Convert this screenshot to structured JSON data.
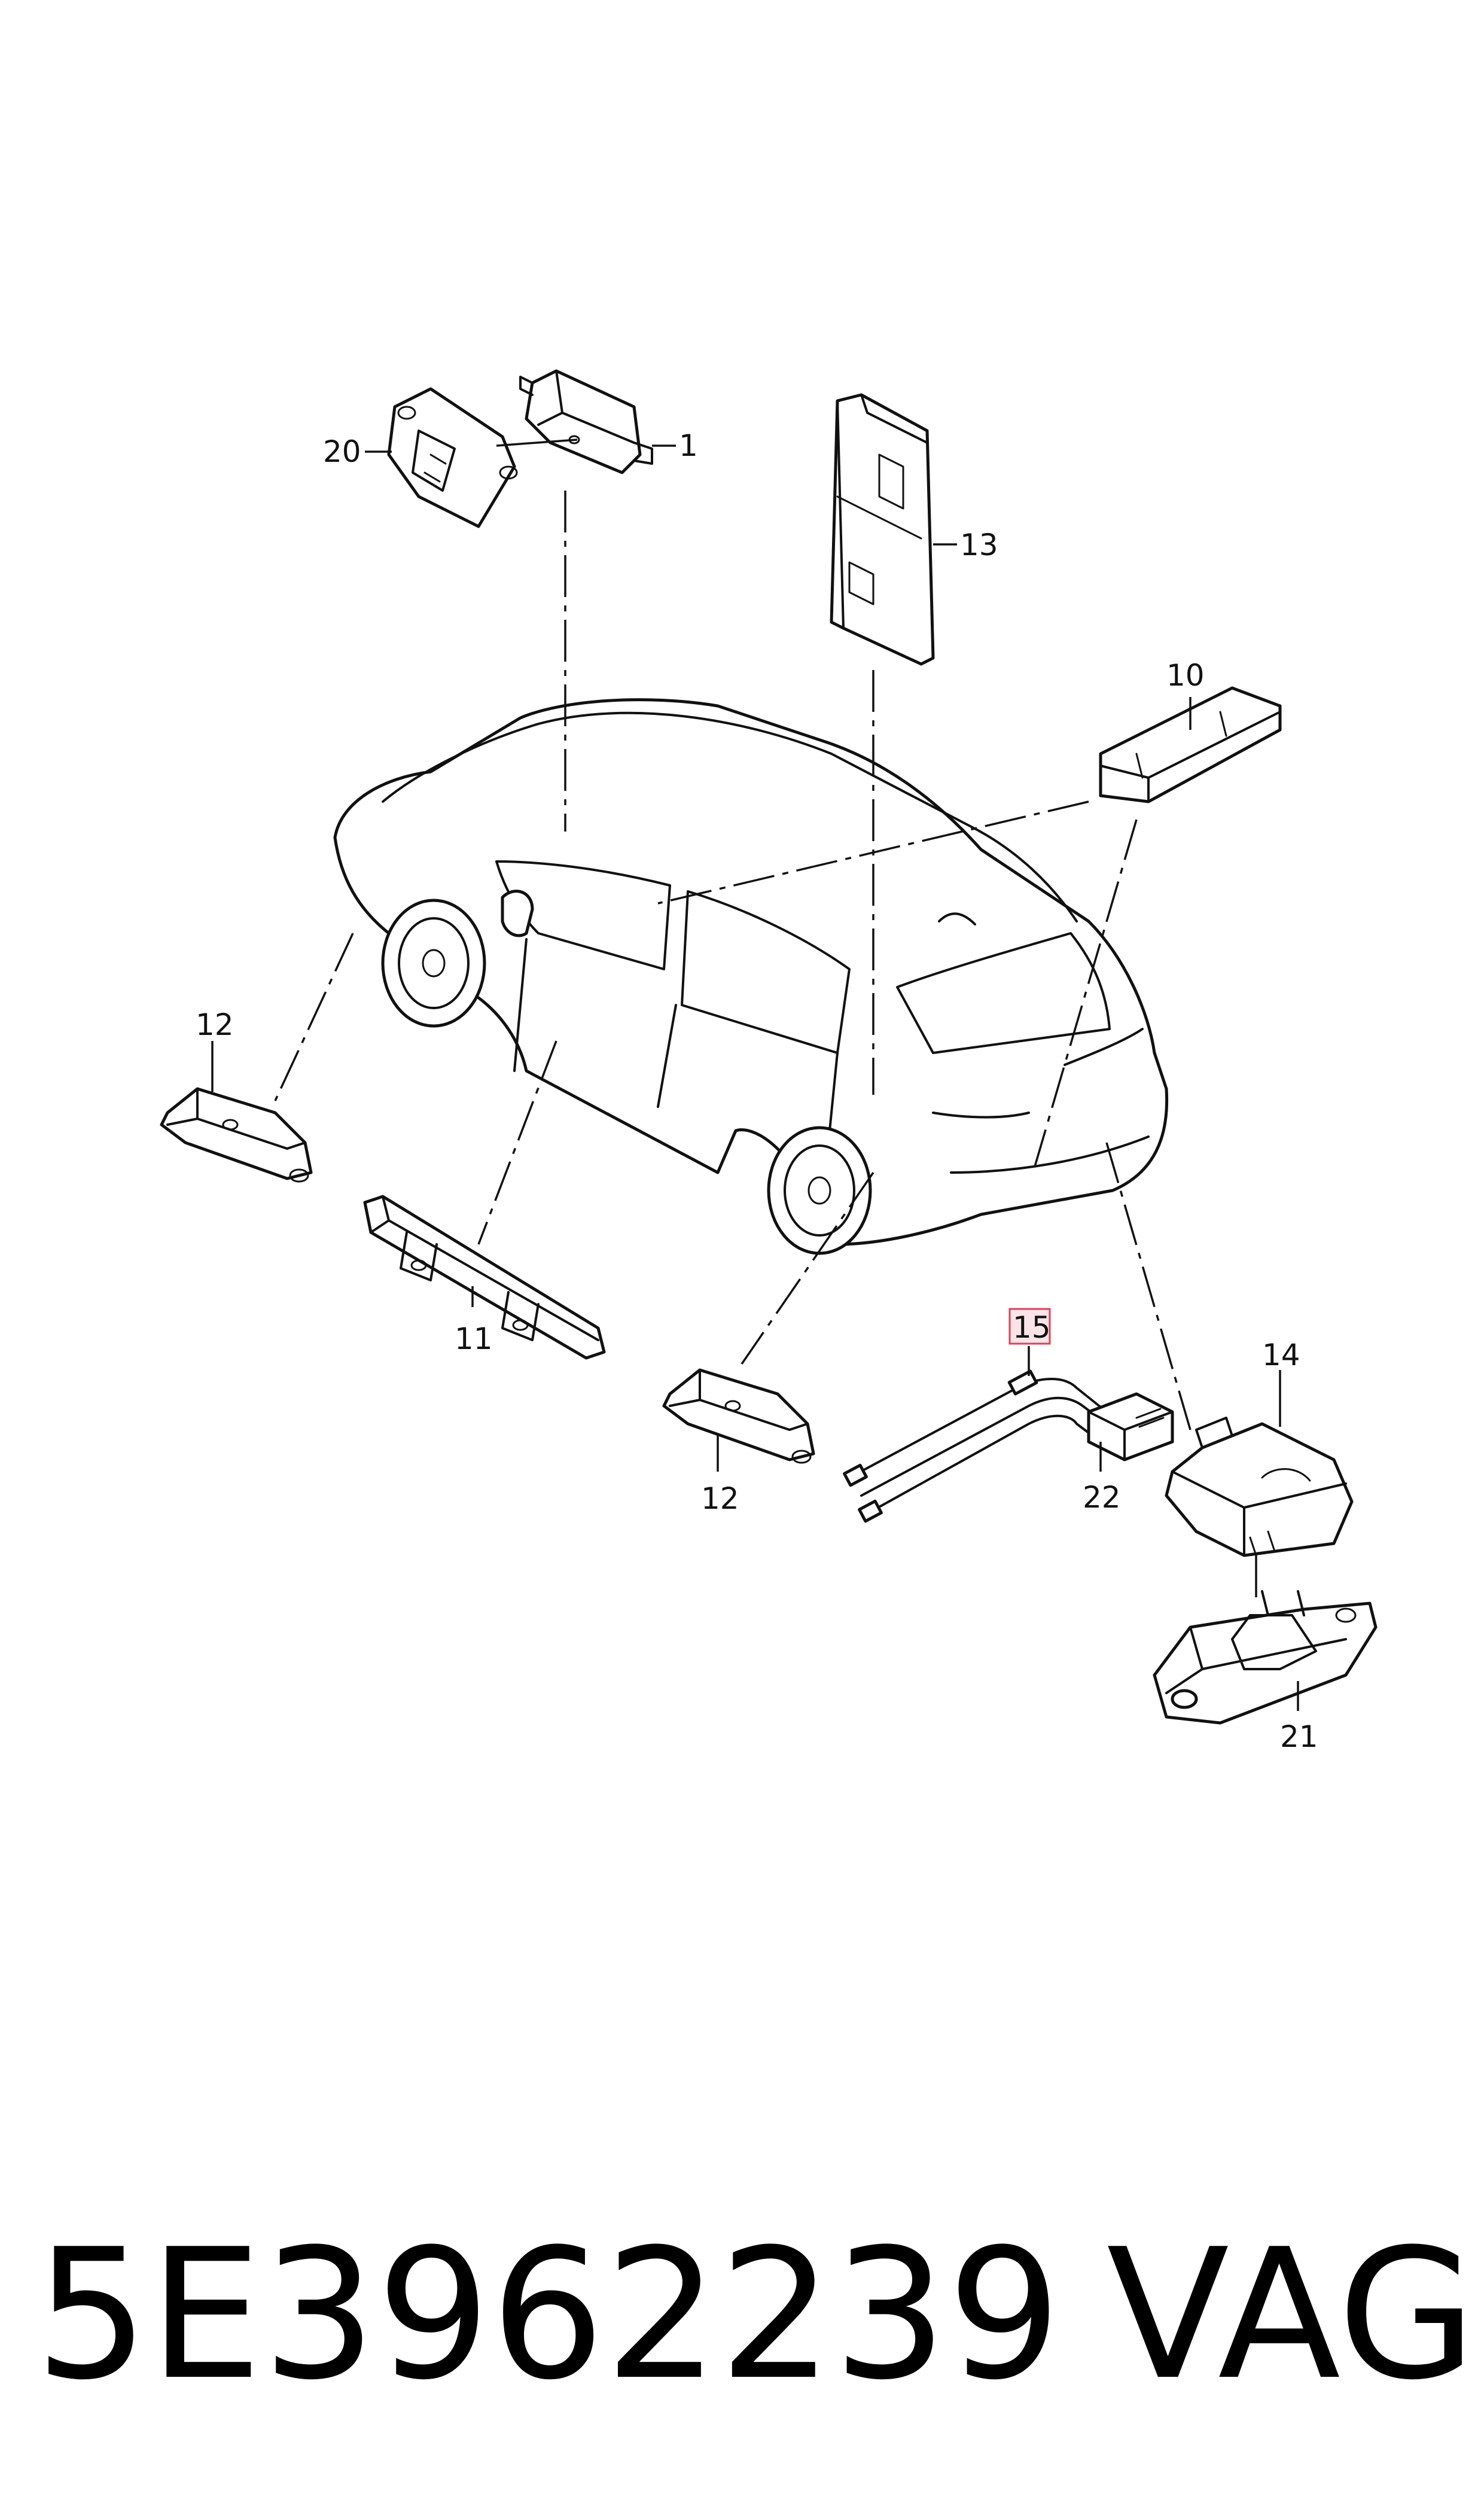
{
  "callouts": {
    "c1": "1",
    "c10": "10",
    "c11": "11",
    "c12a": "12",
    "c12b": "12",
    "c13": "13",
    "c14": "14",
    "c15": "15",
    "c20": "20",
    "c21": "21",
    "c22": "22"
  },
  "highlighted_callout": "15",
  "highlight_color": "#d9435b",
  "footer": {
    "part_number": "5E3962239",
    "brand": "VAG"
  }
}
